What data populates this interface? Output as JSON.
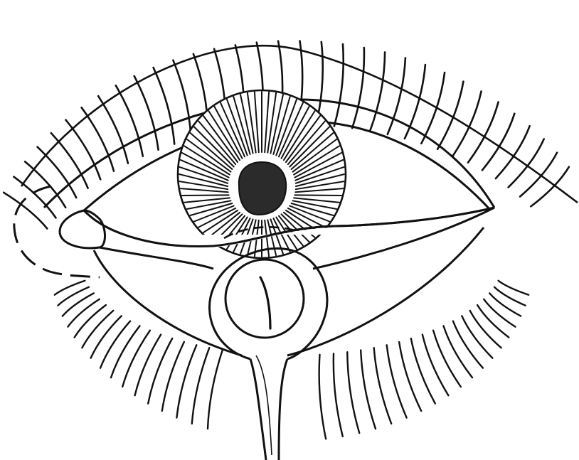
{
  "figure": {
    "kind": "line-illustration",
    "subject": "eye",
    "background_color": "#ffffff",
    "ink_color": "#111111",
    "pupil_color": "#2b2b2b",
    "parts": [
      {
        "name": "upper-eyelashes",
        "icon": "eyelash-icon"
      },
      {
        "name": "upper-eyelid",
        "icon": "eyelid-icon"
      },
      {
        "name": "iris",
        "icon": "iris-icon"
      },
      {
        "name": "pupil",
        "icon": "pupil-icon"
      },
      {
        "name": "lower-eyelid",
        "icon": "eyelid-icon"
      },
      {
        "name": "lower-eyelashes",
        "icon": "eyelash-icon"
      },
      {
        "name": "tear-drop-circle",
        "icon": "circle-icon"
      },
      {
        "name": "tear-duct",
        "icon": "duct-icon"
      }
    ]
  }
}
